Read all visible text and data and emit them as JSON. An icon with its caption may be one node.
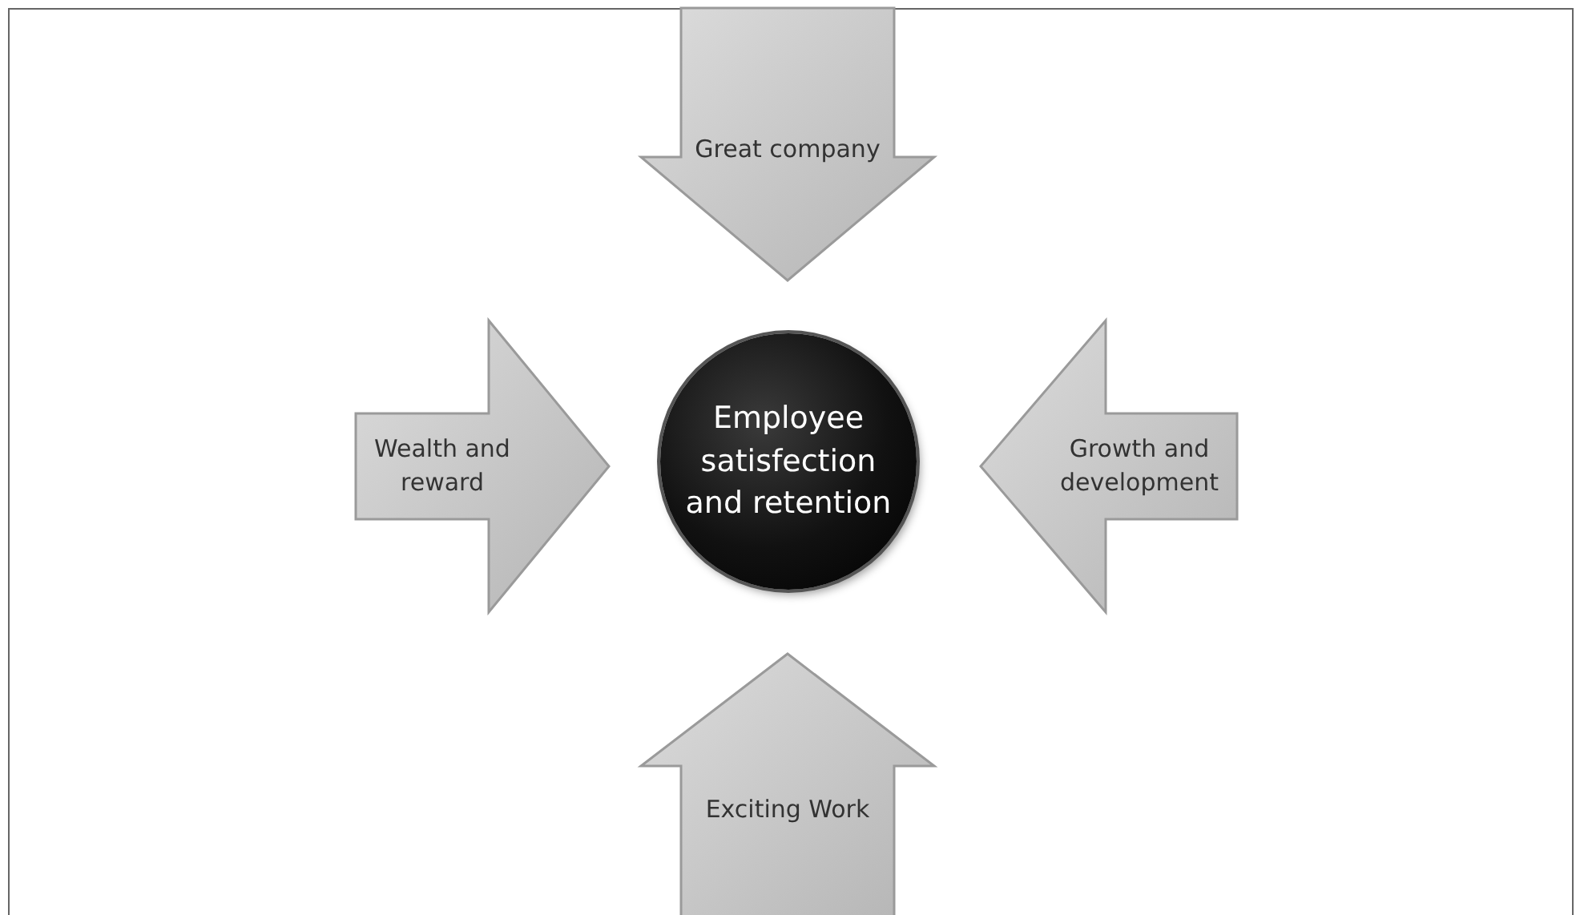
{
  "diagram": {
    "nodes": [
      {
        "text": [
          "Great company"
        ]
      },
      {
        "text": [
          "Wealth and reward"
        ]
      },
      {
        "text": [
          "Employee satisfection and retention"
        ]
      },
      {
        "text": [
          "Growth and development"
        ]
      },
      {
        "text": [
          "Exciting Work"
        ]
      }
    ]
  }
}
